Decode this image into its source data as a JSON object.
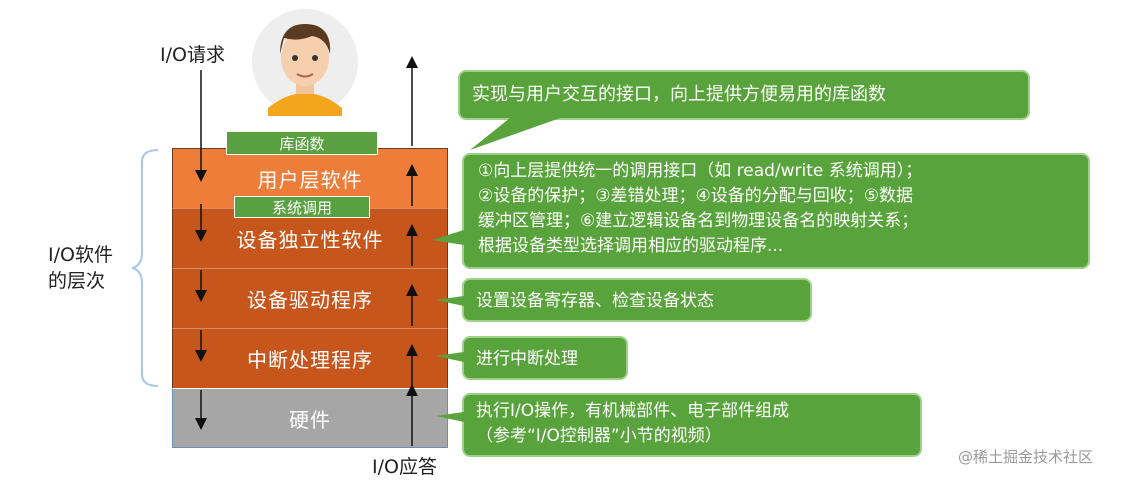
{
  "labels": {
    "request": "I/O请求",
    "response": "I/O应答",
    "hierarchy_line1": "I/O软件",
    "hierarchy_line2": "的层次"
  },
  "layers": {
    "user": "用户层软件",
    "independent": "设备独立性软件",
    "driver": "设备驱动程序",
    "interrupt": "中断处理程序",
    "hardware": "硬件"
  },
  "tags": {
    "library": "库函数",
    "syscall": "系统调用"
  },
  "callouts": {
    "user": [
      "实现与用户交互的接口，向上提供方便易用的库函数"
    ],
    "independent": [
      "①向上层提供统一的调用接口（如 read/write 系统调用）；",
      "②设备的保护；③差错处理；④设备的分配与回收；⑤数据",
      "缓冲区管理；⑥建立逻辑设备名到物理设备名的映射关系；",
      "根据设备类型选择调用相应的驱动程序..."
    ],
    "driver": [
      "设置设备寄存器、检查设备状态"
    ],
    "interrupt": [
      "进行中断处理"
    ],
    "hardware": [
      "执行I/O操作，有机械部件、电子部件组成",
      "（参考“I/O控制器”小节的视频）"
    ]
  },
  "watermark": "@稀土掘金技术社区",
  "colors": {
    "user_layer": "#ef7d3a",
    "independent_layer": "#c6561b",
    "driver_layer": "#c6561b",
    "interrupt_layer": "#c6561b",
    "hardware_layer": "#a6a6a6",
    "callout_green": "#59a33c",
    "brace_blue": "#a8c6e6"
  }
}
